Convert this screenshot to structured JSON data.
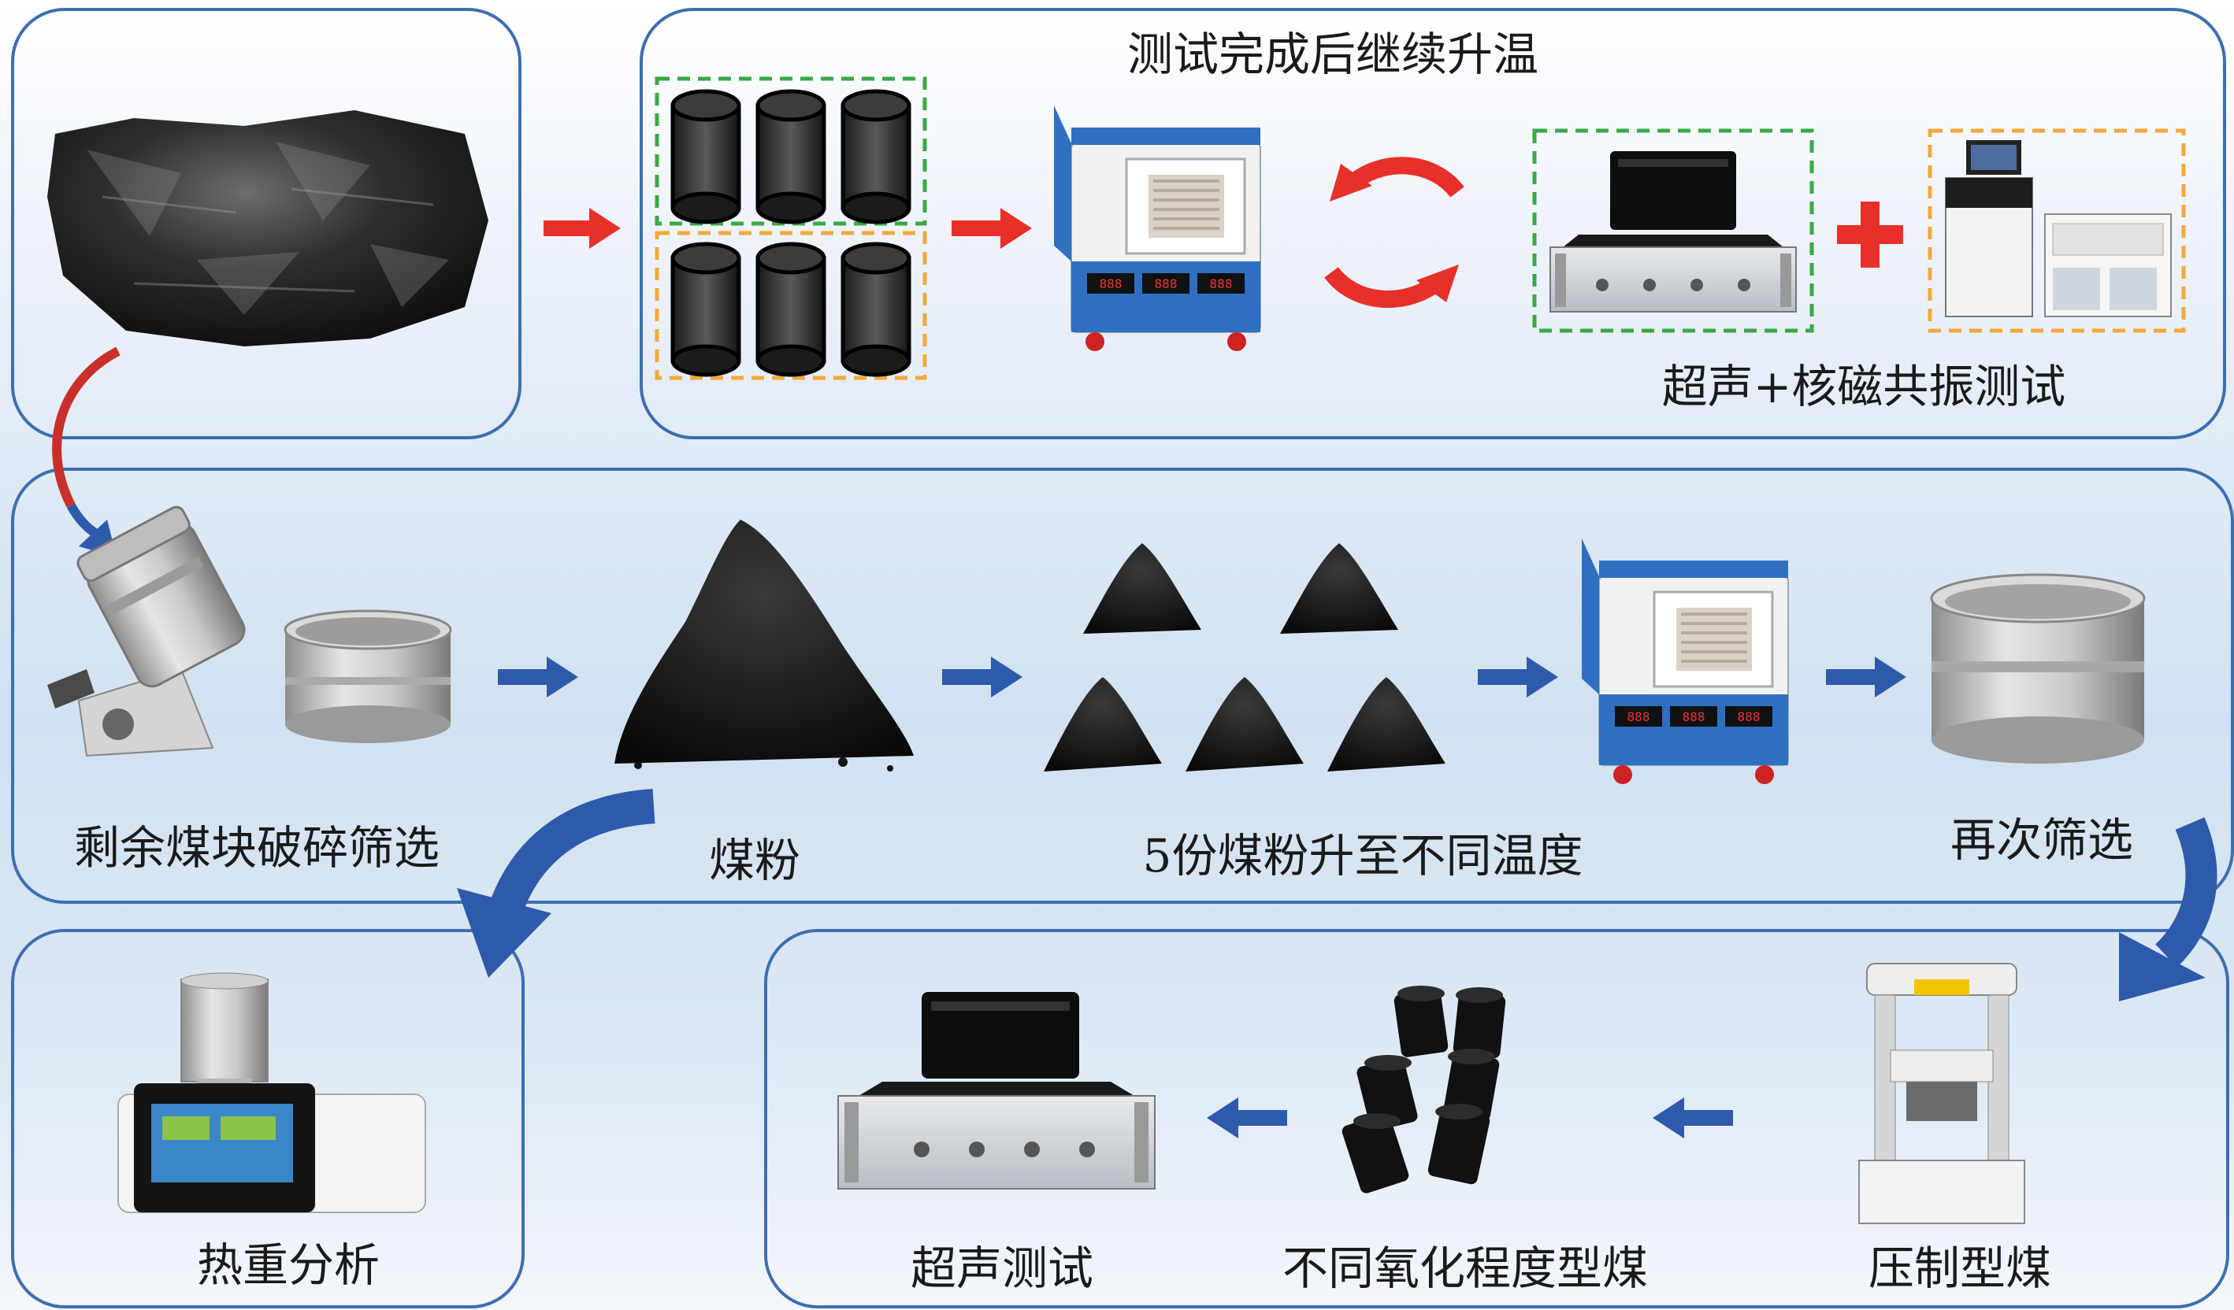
{
  "labels": {
    "continue_heating": "测试完成后继续升温",
    "ultrasonic_nmr_test": "超声+核磁共振测试",
    "crush_and_sieve": "剩余煤块破碎筛选",
    "coal_powder": "煤粉",
    "heat_five_samples": "5份煤粉升至不同温度",
    "sieve_again": "再次筛选",
    "thermogravimetric": "热重分析",
    "ultrasonic_test": "超声测试",
    "oxidized_briquettes": "不同氧化程度型煤",
    "press_briquette": "压制型煤"
  },
  "colors": {
    "panel_border": "#3d6fb0",
    "arrow_red": "#e8302a",
    "arrow_blue": "#2e5aab",
    "group_green": "#3aa848",
    "group_orange": "#f2a93b",
    "furnace_blue": "#2f6fc2"
  },
  "icons": {
    "raw_coal": "coal-lump-icon",
    "coal_core": "coal-core-cylinder-icon",
    "furnace": "muffle-furnace-icon",
    "ultrasonic": "ultrasonic-tester-icon",
    "nmr": "nmr-analyzer-icon",
    "crusher": "crusher-icon",
    "sieve": "sieve-icon",
    "powder": "coal-powder-pile-icon",
    "tga": "thermogravimetric-analyzer-icon",
    "press": "press-machine-icon"
  }
}
